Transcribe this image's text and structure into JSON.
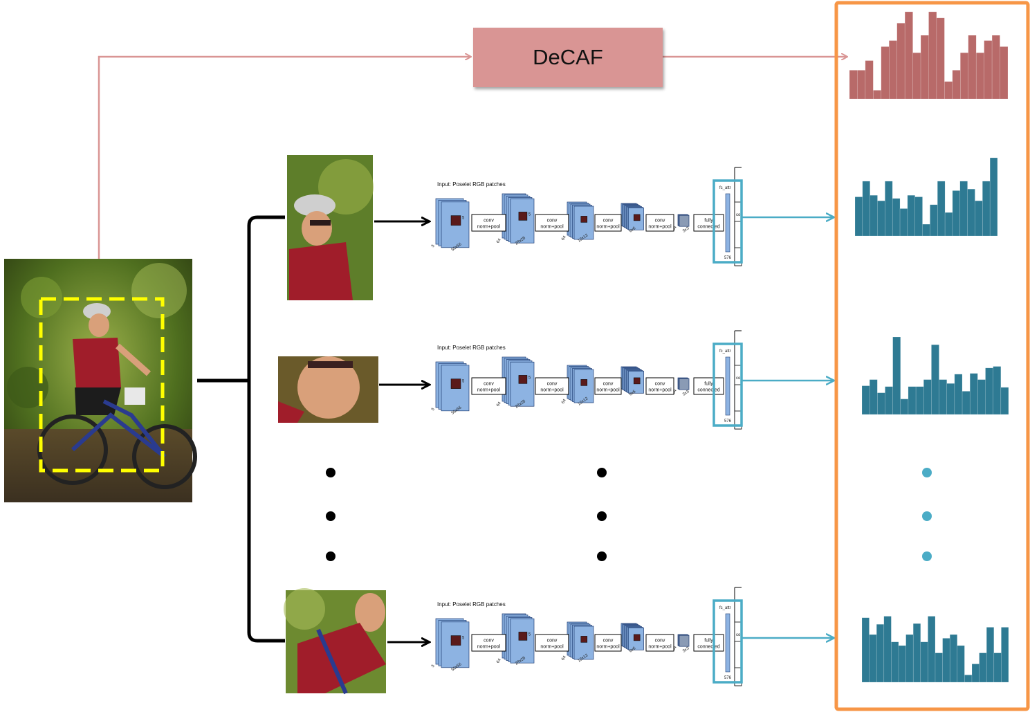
{
  "decaf": {
    "label": "DeCAF"
  },
  "network": {
    "input_label": "Input: Poselet RGB patches",
    "stage_labels": [
      "conv\nnorm+pool",
      "conv\nnorm+pool",
      "conv\nnorm+pool",
      "conv\nnorm+pool",
      "fully\nconnected"
    ],
    "dims": [
      "56x56",
      "28x28",
      "12x12",
      "6x6",
      "3x3"
    ],
    "depths": [
      "3",
      "64",
      "64",
      "64",
      "64"
    ],
    "kernel": "5",
    "fc_label": "fc_attr",
    "fc_side_label": "co",
    "fc_size": "576"
  },
  "colors": {
    "decaf_arrow": "#d99594",
    "decaf_hist": "#b86a69",
    "poselet_hist": "#2e7a93",
    "cyan_arrow": "#4bacc6",
    "orange_frame": "#f79646",
    "bbox": "#ffff00",
    "layer_blue": "#8db3e2"
  },
  "histograms": {
    "decaf": [
      0.33,
      0.33,
      0.44,
      0.1,
      0.6,
      0.67,
      0.87,
      1.0,
      0.53,
      0.73,
      1.0,
      0.93,
      0.2,
      0.33,
      0.53,
      0.73,
      0.53,
      0.67,
      0.73,
      0.6
    ],
    "poselet1": [
      0.5,
      0.7,
      0.52,
      0.45,
      0.7,
      0.48,
      0.35,
      0.52,
      0.5,
      0.15,
      0.4,
      0.7,
      0.3,
      0.58,
      0.7,
      0.6,
      0.45,
      0.7,
      1.0
    ],
    "poselet2": [
      0.37,
      0.45,
      0.28,
      0.36,
      1.0,
      0.2,
      0.36,
      0.36,
      0.45,
      0.9,
      0.45,
      0.4,
      0.52,
      0.3,
      0.53,
      0.45,
      0.6,
      0.62,
      0.35
    ],
    "poselet3": [
      0.88,
      0.65,
      0.79,
      0.9,
      0.55,
      0.5,
      0.65,
      0.8,
      0.55,
      0.9,
      0.4,
      0.6,
      0.65,
      0.5,
      0.1,
      0.25,
      0.4,
      0.75,
      0.4,
      0.75
    ]
  },
  "icons": [
    "photo-person-cyclist",
    "crop-patch",
    "dot-ellipsis"
  ]
}
